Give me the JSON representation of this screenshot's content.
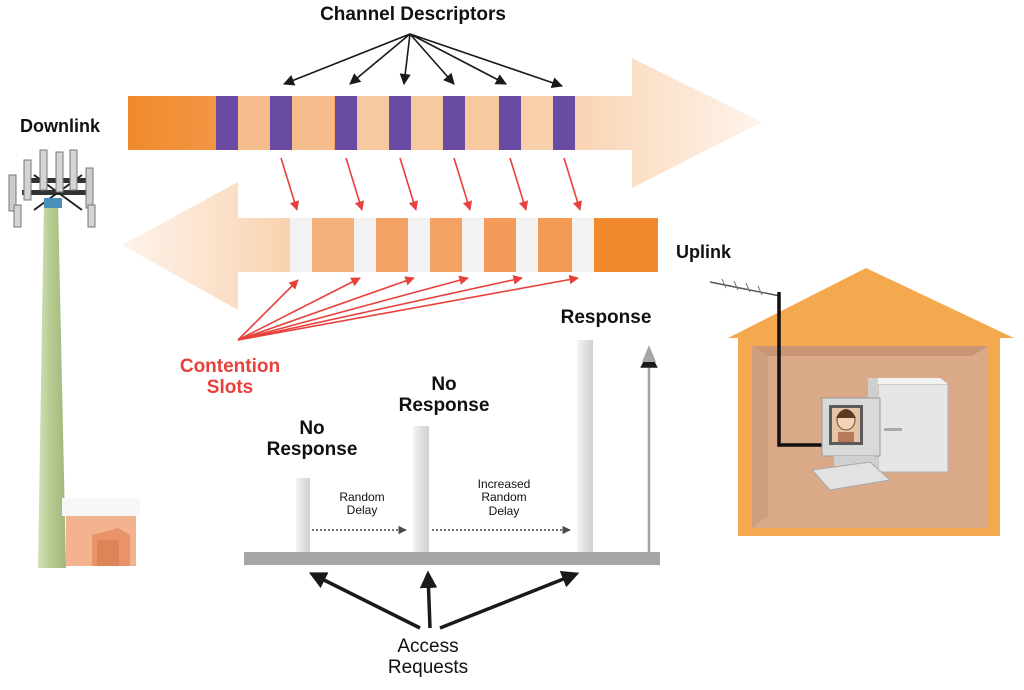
{
  "labels": {
    "channel_descriptors": "Channel Descriptors",
    "downlink": "Downlink",
    "uplink": "Uplink",
    "contention_slots_line1": "Contention",
    "contention_slots_line2": "Slots",
    "response": "Response",
    "no_response_1_line1": "No",
    "no_response_1_line2": "Response",
    "no_response_2_line1": "No",
    "no_response_2_line2": "Response",
    "random_delay_line1": "Random",
    "random_delay_line2": "Delay",
    "increased_delay_line1": "Increased",
    "increased_delay_line2": "Random",
    "increased_delay_line3": "Delay",
    "access_requests_line1": "Access",
    "access_requests_line2": "Requests"
  },
  "colors": {
    "downlink_dark": "#F08A2C",
    "downlink_light": "#F6BC8C",
    "descriptor_purple": "#6A4BA3",
    "uplink_orange": "#F5A060",
    "slot_white": "#F2F2F2",
    "contention_red": "#E8413C",
    "arrow_black": "#1A1A1A",
    "house_orange": "#F5A94E",
    "house_fill": "#D9A988",
    "tower_green": "#B5C98F",
    "baseline_gray": "#A6A6A6",
    "response_bar_gray": "#DCDCDC"
  },
  "icons": [
    "cell-tower-icon",
    "house-icon",
    "computer-icon",
    "antenna-icon"
  ]
}
